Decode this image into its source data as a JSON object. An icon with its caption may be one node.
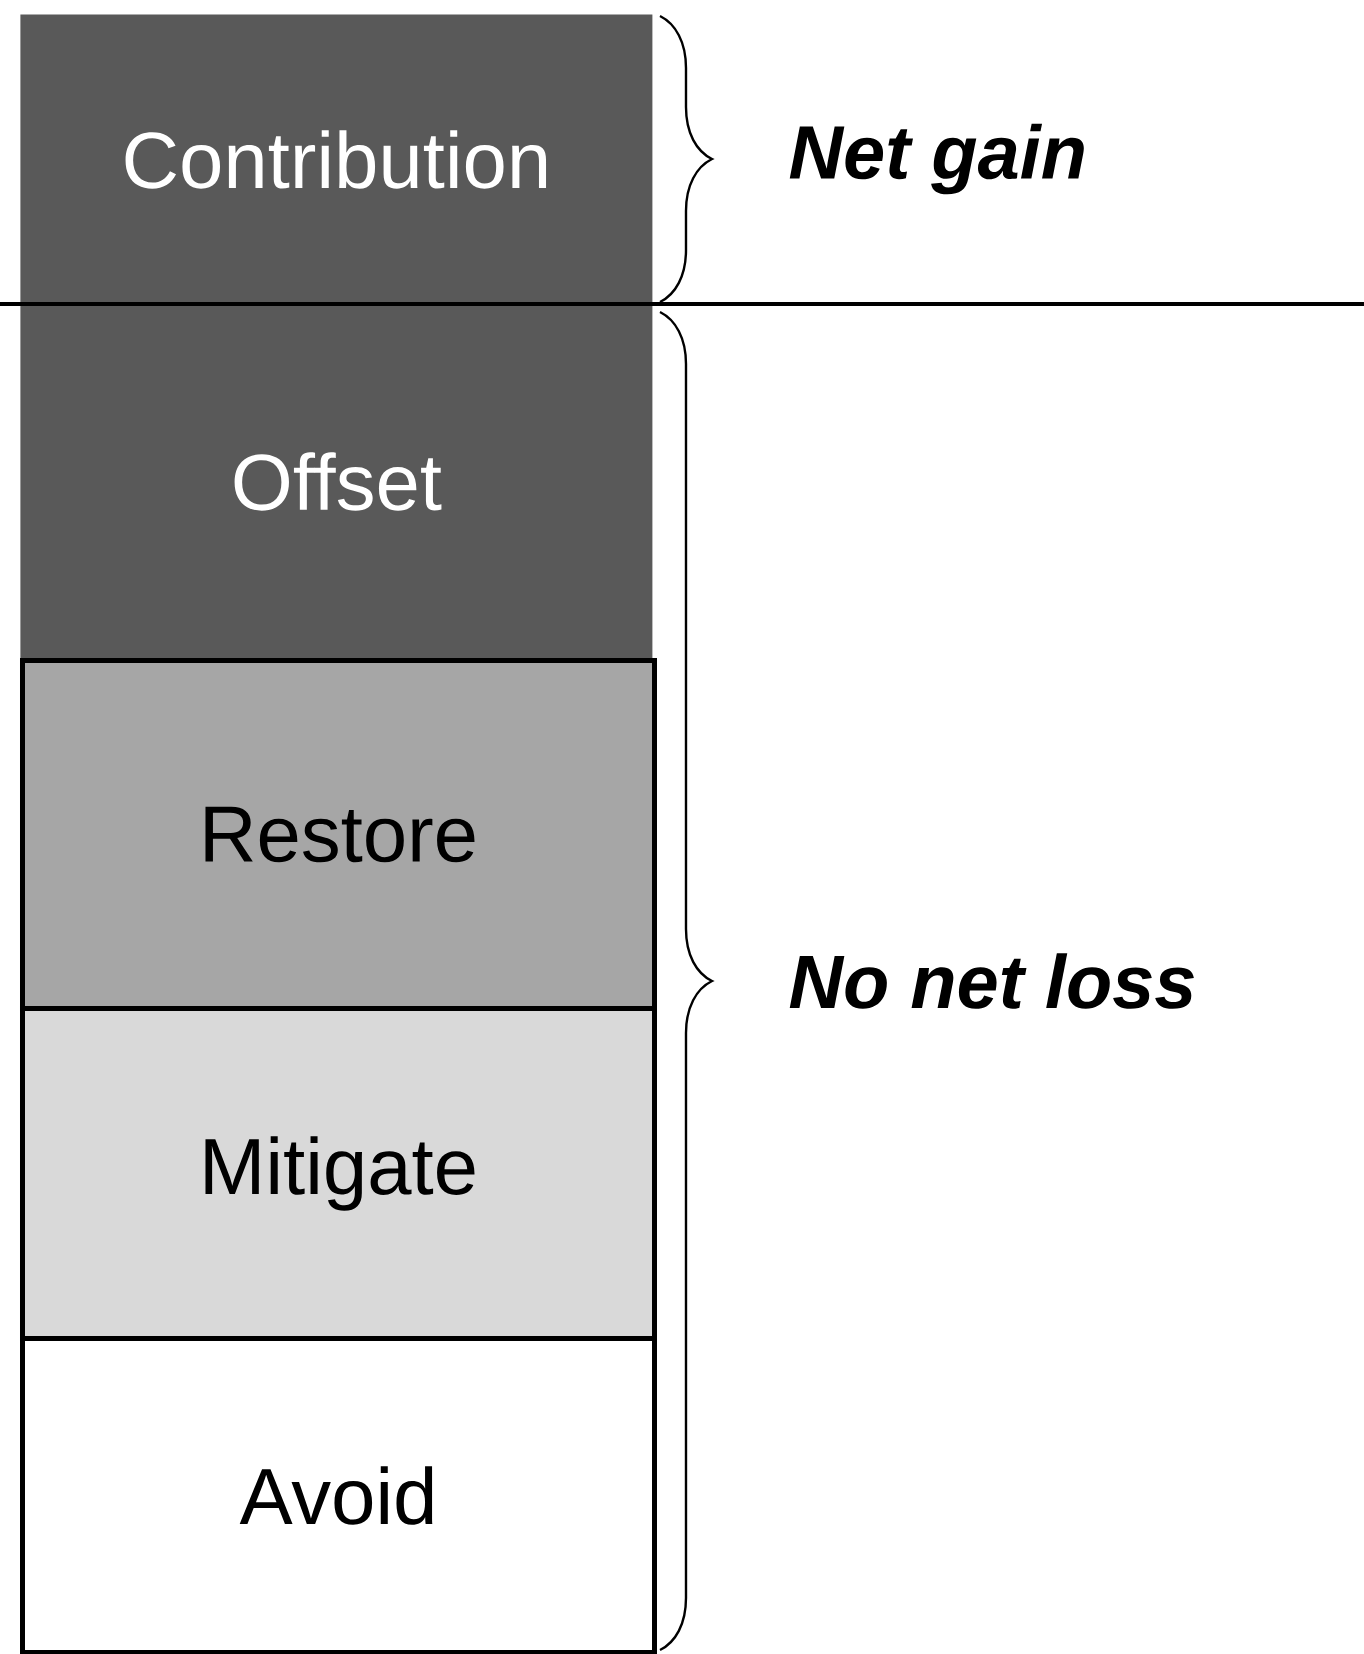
{
  "diagram": {
    "nodes": [
      {
        "text": [
          "Contribution"
        ]
      },
      {
        "text": [
          "Offset"
        ]
      },
      {
        "text": [
          "Restore"
        ]
      },
      {
        "text": [
          "Mitigate"
        ]
      },
      {
        "text": [
          "Avoid"
        ]
      }
    ],
    "labels": [
      "Net gain",
      "No net loss"
    ]
  }
}
